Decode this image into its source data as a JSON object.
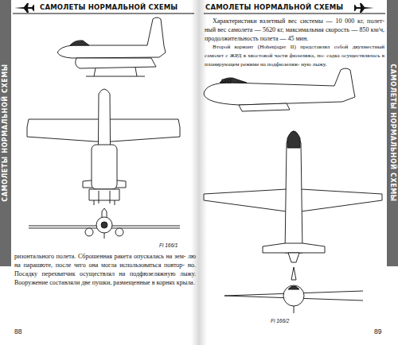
{
  "diagram": {
    "labels": [
      "САМОЛЕТЫ НОРМАЛЬНОЙ СХЕМЫ",
      "САМОЛЕТЫ НОРМАЛЬНОЙ СХЕМЫ",
      "Fi 166/1",
      "ризонтального полета. Сброшенная ракета опускалась на зем- лю на парашюте, после чего она могла использоваться повтор- но. Посадку перехватчик осуществлял на подфюзеляжную лыжу. Вооружение составляли две пушки, размещенные в корнях крыла.",
      "88",
      "САМОЛЕТЫ НОРМАЛЬНОЙ СХЕМЫ",
      "САМОЛЕТЫ НОРМАЛЬНОЙ СХЕМЫ",
      "Характеристики взлетный вес системы — 10 000 кг, полет- ный вес самолета — 5620 кг, максимальная скорость — 850 км/ч, продолжительность полета — 45 мин.",
      "Второй вариант (Hohenjager II) представлял собой двухместный самолет с ЖРД в хвостовой части фюзеляжа, по- садка осуществлялась в планирующем режиме на подфюзеляж- ную лыжу.",
      "Fi 166/2",
      "89"
    ]
  }
}
